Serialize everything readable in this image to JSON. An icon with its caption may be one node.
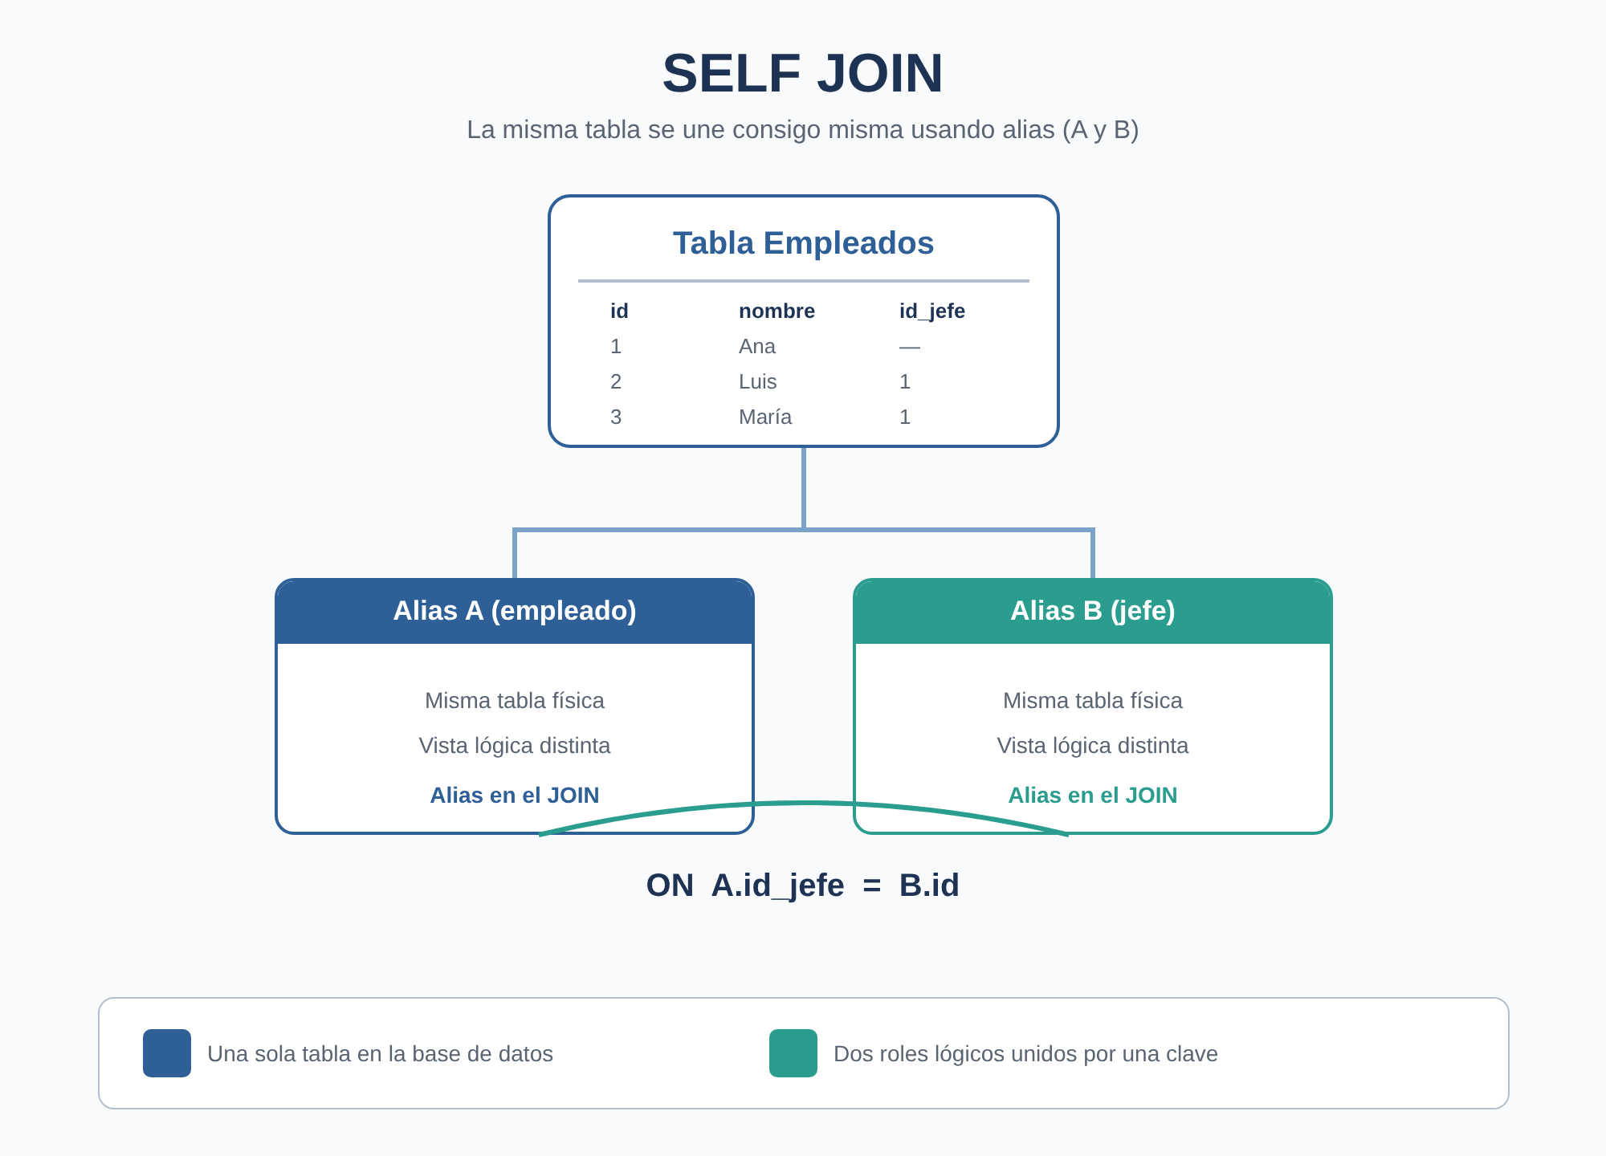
{
  "diagram": {
    "title": "SELF JOIN",
    "nodes": [
      {
        "text": [
          "Tabla Empleados",
          "id",
          "nombre",
          "id_jefe",
          "1",
          "Ana",
          "—",
          "2",
          "Luis",
          "1",
          "3",
          "María",
          "1"
        ]
      },
      {
        "text": [
          "Alias A (empleado)",
          "Misma tabla física",
          "Vista lógica distinta",
          "Alias en el JOIN"
        ]
      },
      {
        "text": [
          "Alias B (jefe)",
          "Misma tabla física",
          "Vista lógica distinta",
          "Alias en el JOIN"
        ]
      }
    ],
    "edges": [
      {
        "from": 0,
        "to": 1,
        "arrow": "none"
      },
      {
        "from": 0,
        "to": 2,
        "arrow": "none"
      },
      {
        "from": 1,
        "to": 2,
        "arrow": "none",
        "label": "ON  A.id_jefe  =  B.id",
        "color": "#2a9d8f"
      }
    ],
    "labels": [
      "La misma tabla se une consigo misma usando alias (A y B)"
    ],
    "legend": [
      {
        "text": "Una sola tabla en la base de datos",
        "color": "#2e5f96"
      },
      {
        "text": "Dos roles lógicos unidos por una clave",
        "color": "#2a9d8f"
      }
    ]
  }
}
